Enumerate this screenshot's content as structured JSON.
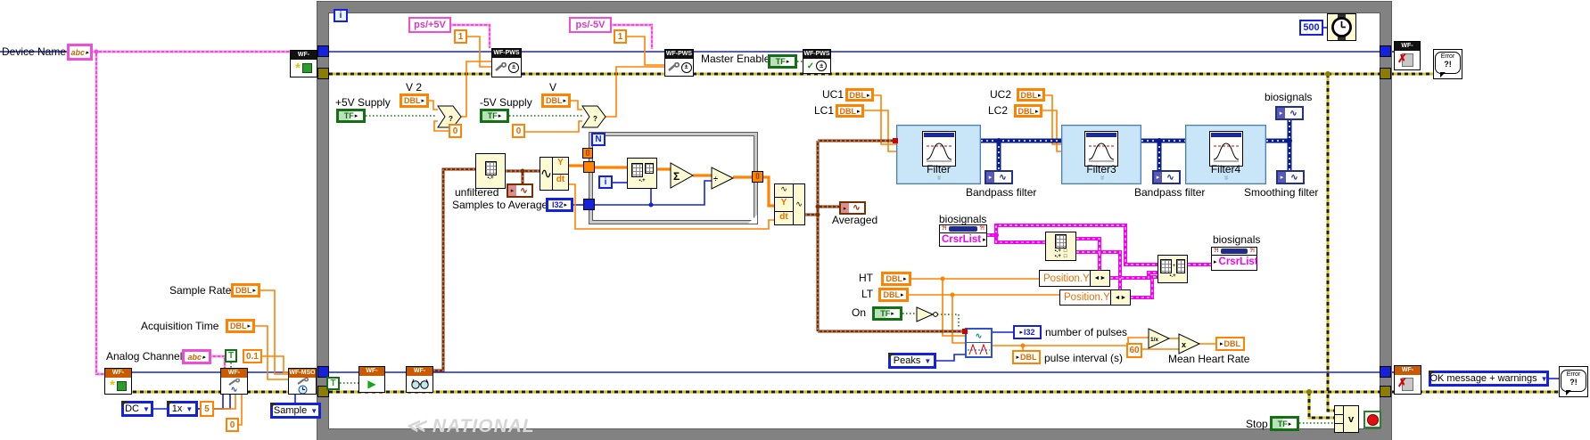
{
  "watermark": "NATIONAL",
  "tokens": {
    "wf_pws": "WF-PWS",
    "wf_mso": "WF-MSO",
    "dbl": "DBL",
    "tf": "TF",
    "i32": "I32",
    "abc": "abc",
    "crsrlist": "CrsrList",
    "n": "N",
    "i": "i",
    "y": "Y",
    "dt": "dt",
    "t": "T",
    "qm": "?!",
    "error_word": "Error",
    "error_mark": "?!"
  },
  "constants": {
    "one": "1",
    "zero": "0",
    "zero_point_one": "0.1",
    "five": "5",
    "five_hundred": "500",
    "sixty": "60",
    "ps_plus_5v": "ps/+5V",
    "ps_minus_5v": "ps/-5V"
  },
  "labels": {
    "device_name": "Device Name",
    "master_enable": "Master Enable",
    "plus5_supply": "+5V Supply",
    "minus5_supply": "-5V Supply",
    "v2": "V 2",
    "v": "V",
    "unfiltered": "unfiltered",
    "samples_to_average": "Samples to Average",
    "averaged": "Averaged",
    "uc1": "UC1",
    "lc1": "LC1",
    "uc2": "UC2",
    "lc2": "LC2",
    "filter": "Filter",
    "filter3": "Filter3",
    "filter4": "Filter4",
    "bandpass_filter": "Bandpass filter",
    "smoothing_filter": "Smoothing filter",
    "biosignals": "biosignals",
    "ht": "HT",
    "lt": "LT",
    "on": "On",
    "number_of_pulses": "number of pulses",
    "pulse_interval": "pulse interval (s)",
    "mean_heart_rate": "Mean Heart Rate",
    "sample_rate": "Sample Rate",
    "acquisition_time": "Acquisition Time",
    "analog_channel": "Analog Channel",
    "stop": "Stop",
    "position_y": "Position.Y"
  },
  "rings": {
    "dc": "DC",
    "x1": "1x",
    "sample": "Sample",
    "peaks": "Peaks",
    "ok_message": "OK message + warnings"
  },
  "glyphs": {
    "arrow": "▸",
    "dropdown": "▼",
    "sine": "∿",
    "sum": "Σ",
    "divide": "÷",
    "multiply": "x",
    "reciprocal": "1/x",
    "or": "v",
    "question": "?",
    "check": "✓",
    "close": "✗",
    "play": "▶",
    "star": "*",
    "plusminus": "±",
    "chevrons": "»",
    "brackets": "[]",
    "dots": "▪.+",
    "square": "□",
    "pos_arrows": "◄►",
    "logo": "≪"
  }
}
